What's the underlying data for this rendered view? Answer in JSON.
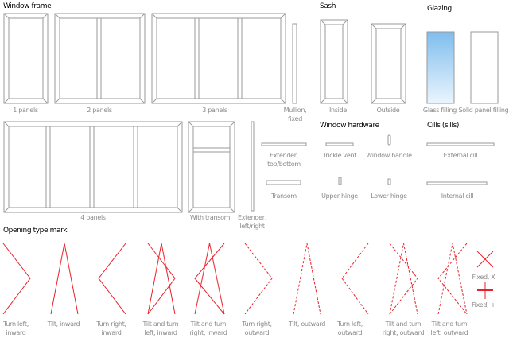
{
  "sections": {
    "window_frame": "Window frame",
    "sash": "Sash",
    "glazing": "Glazing",
    "window_hardware": "Window hardware",
    "cills": "Cills (sills)",
    "opening_type_mark": "Opening type mark"
  },
  "frames": {
    "one_panel": "1 panels",
    "two_panels": "2 panels",
    "three_panels": "3 panels",
    "four_panels": "4 panels",
    "with_transom": "With transom",
    "mullion_fixed": [
      "Mullion,",
      "fixed"
    ],
    "extender_left_right": [
      "Extender,",
      "left/right"
    ],
    "extender_top_bottom": [
      "Extender,",
      "top/bottom"
    ],
    "transom": "Transom"
  },
  "sash": {
    "inside": "Inside",
    "outside": "Outside"
  },
  "glazing": {
    "glass_filling": "Glass filling",
    "solid_panel_filling": "Solid panel filling",
    "glass_color": "#9fcdf0"
  },
  "hardware": {
    "trickle_vent": "Trickle vent",
    "window_handle": "Window handle",
    "upper_hinge": "Upper hinge",
    "lower_hinge": "Lower hinge"
  },
  "cills": {
    "external": "External cill",
    "internal": "Internal cill"
  },
  "opening_marks": [
    {
      "label": [
        "Turn left,",
        "inward"
      ]
    },
    {
      "label": [
        "Tilt, inward",
        ""
      ]
    },
    {
      "label": [
        "Turn right,",
        "inward"
      ]
    },
    {
      "label": [
        "Tilt and turn",
        "left, inward"
      ]
    },
    {
      "label": [
        "Tilt and turn",
        "right, inward"
      ]
    },
    {
      "label": [
        "Turn right,",
        "outward"
      ]
    },
    {
      "label": [
        "Tilt, outward",
        ""
      ]
    },
    {
      "label": [
        "Turn left,",
        "outward"
      ]
    },
    {
      "label": [
        "Tilt and turn",
        "right, outward"
      ]
    },
    {
      "label": [
        "Tilt and turn",
        "left, outward"
      ]
    }
  ],
  "fixed": {
    "x": "Fixed, X",
    "plus": "Fixed, +"
  },
  "mark_color": "#e8202a"
}
